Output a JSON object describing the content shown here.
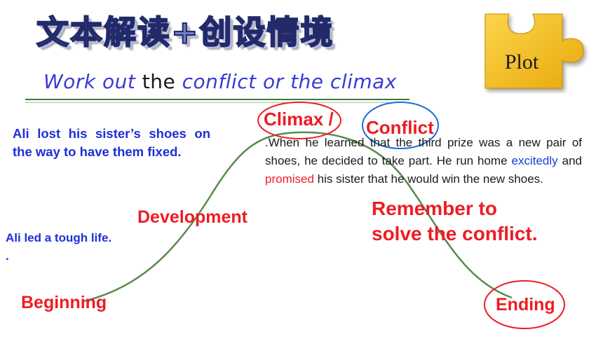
{
  "title_cn": "文本解读+创设情境",
  "subtitle": {
    "part1": "Work out",
    "part2": " the ",
    "part3": "conflict or the climax"
  },
  "puzzle_label": "Plot",
  "notes": {
    "lost_shoes": "Ali lost his sister’s shoes on the way to have them fixed.",
    "tough_life": "Ali led a tough life.",
    "dot": "."
  },
  "stages": {
    "beginning": "Beginning",
    "development": "Development",
    "climax": "Climax /",
    "conflict": "Conflict",
    "ending": "Ending"
  },
  "climax_text": {
    "t1": ".When he learned that the third prize was a new pair of shoes, he decided to take part. He run home ",
    "t2": "excitedly",
    "t3": " and ",
    "t4": "promised",
    "t5": " his sister that he would win the new shoes."
  },
  "remember": {
    "line1": "Remember to",
    "line2": "solve the conflict."
  },
  "colors": {
    "curve": "#5a8a4e",
    "highlight_red": "#ee1c24",
    "highlight_blue": "#1e2fd6",
    "puzzle_yellow": "#f6c21a"
  }
}
